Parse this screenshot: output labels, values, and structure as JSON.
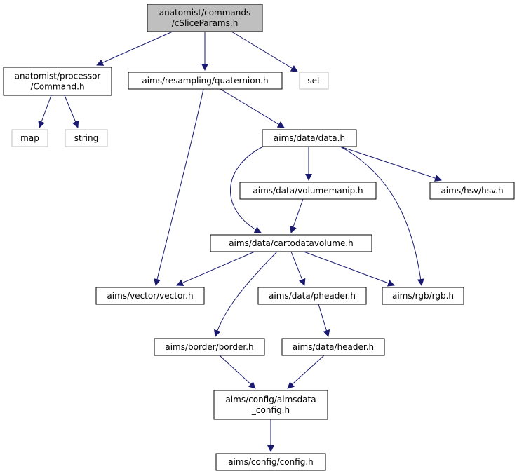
{
  "diagram": {
    "type": "include-dependency-graph",
    "colors": {
      "edge": "#191970",
      "root_fill": "#bfbfbf",
      "node_border": "#000000",
      "external_border": "#bfbfbf",
      "text": "#000000"
    },
    "nodes": [
      {
        "id": "root",
        "lines": [
          "anatomist/commands",
          "/cSliceParams.h"
        ],
        "kind": "root"
      },
      {
        "id": "command",
        "lines": [
          "anatomist/processor",
          "/Command.h"
        ],
        "kind": "file"
      },
      {
        "id": "quaternion",
        "lines": [
          "aims/resampling/quaternion.h"
        ],
        "kind": "file"
      },
      {
        "id": "set",
        "lines": [
          "set"
        ],
        "kind": "external"
      },
      {
        "id": "map",
        "lines": [
          "map"
        ],
        "kind": "external"
      },
      {
        "id": "string",
        "lines": [
          "string"
        ],
        "kind": "external"
      },
      {
        "id": "data",
        "lines": [
          "aims/data/data.h"
        ],
        "kind": "file"
      },
      {
        "id": "volumemanip",
        "lines": [
          "aims/data/volumemanip.h"
        ],
        "kind": "file"
      },
      {
        "id": "hsv",
        "lines": [
          "aims/hsv/hsv.h"
        ],
        "kind": "file"
      },
      {
        "id": "cartodatavolume",
        "lines": [
          "aims/data/cartodatavolume.h"
        ],
        "kind": "file"
      },
      {
        "id": "vector",
        "lines": [
          "aims/vector/vector.h"
        ],
        "kind": "file"
      },
      {
        "id": "pheader",
        "lines": [
          "aims/data/pheader.h"
        ],
        "kind": "file"
      },
      {
        "id": "rgb",
        "lines": [
          "aims/rgb/rgb.h"
        ],
        "kind": "file"
      },
      {
        "id": "border",
        "lines": [
          "aims/border/border.h"
        ],
        "kind": "file"
      },
      {
        "id": "header",
        "lines": [
          "aims/data/header.h"
        ],
        "kind": "file"
      },
      {
        "id": "aimsdata_config",
        "lines": [
          "aims/config/aimsdata",
          "_config.h"
        ],
        "kind": "file"
      },
      {
        "id": "config",
        "lines": [
          "aims/config/config.h"
        ],
        "kind": "file"
      }
    ],
    "edges": [
      {
        "from": "root",
        "to": "command"
      },
      {
        "from": "root",
        "to": "quaternion"
      },
      {
        "from": "root",
        "to": "set"
      },
      {
        "from": "command",
        "to": "map"
      },
      {
        "from": "command",
        "to": "string"
      },
      {
        "from": "quaternion",
        "to": "data"
      },
      {
        "from": "quaternion",
        "to": "vector"
      },
      {
        "from": "data",
        "to": "volumemanip"
      },
      {
        "from": "data",
        "to": "hsv"
      },
      {
        "from": "data",
        "to": "cartodatavolume"
      },
      {
        "from": "data",
        "to": "rgb"
      },
      {
        "from": "volumemanip",
        "to": "cartodatavolume"
      },
      {
        "from": "cartodatavolume",
        "to": "vector"
      },
      {
        "from": "cartodatavolume",
        "to": "pheader"
      },
      {
        "from": "cartodatavolume",
        "to": "rgb"
      },
      {
        "from": "cartodatavolume",
        "to": "border"
      },
      {
        "from": "pheader",
        "to": "header"
      },
      {
        "from": "border",
        "to": "aimsdata_config"
      },
      {
        "from": "header",
        "to": "aimsdata_config"
      },
      {
        "from": "aimsdata_config",
        "to": "config"
      }
    ]
  }
}
